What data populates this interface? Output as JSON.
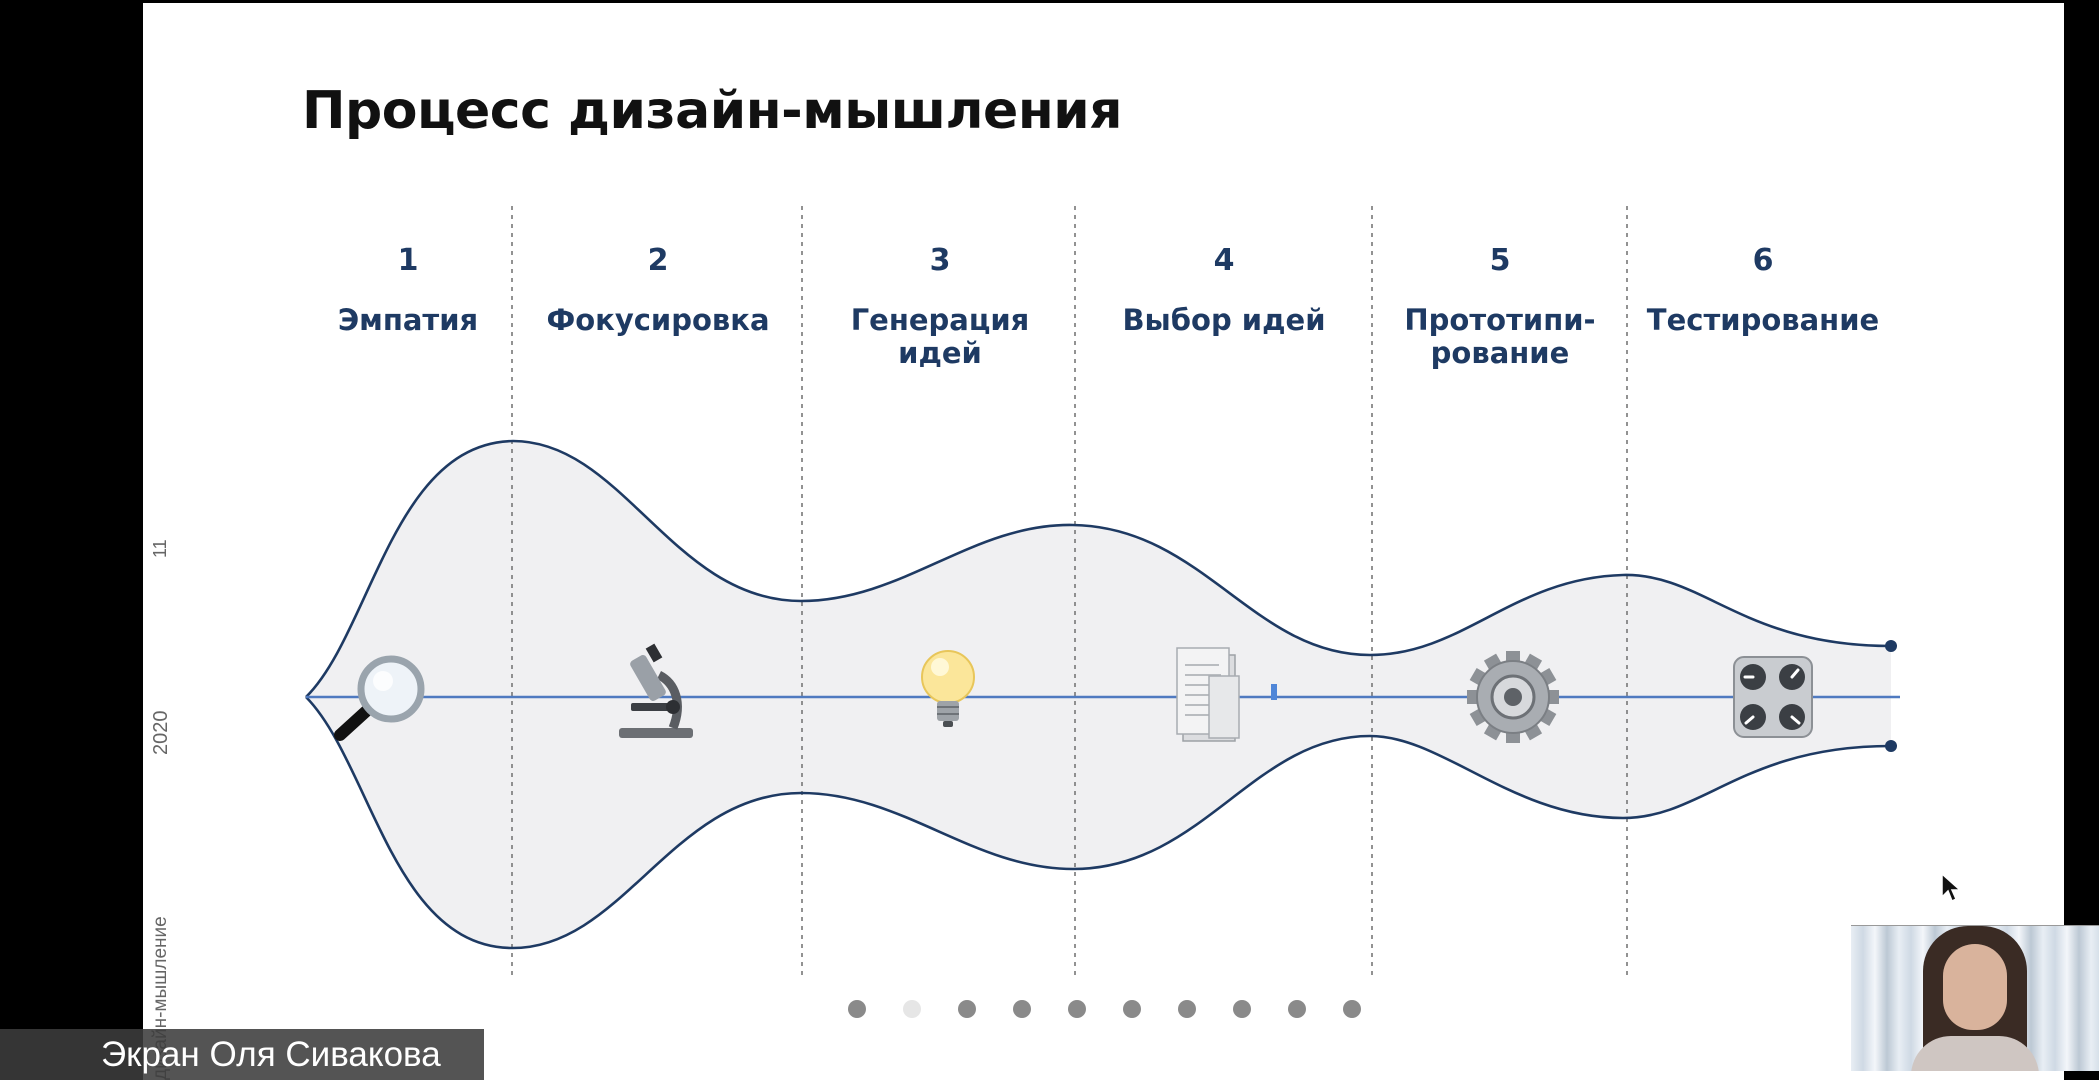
{
  "slide": {
    "title": "Процесс дизайн-мышления",
    "side": {
      "day": "11",
      "year": "2020",
      "topic": "дизайн-мышление"
    },
    "steps": [
      {
        "number": "1",
        "name": "Эмпатия",
        "icon": "magnifying-glass-icon"
      },
      {
        "number": "2",
        "name": "Фокусировка",
        "icon": "microscope-icon"
      },
      {
        "number": "3",
        "name": "Генерация\nидей",
        "icon": "light-bulb-icon"
      },
      {
        "number": "4",
        "name": "Выбор идей",
        "icon": "documents-icon"
      },
      {
        "number": "5",
        "name": "Прототипи-\nрование",
        "icon": "gear-icon"
      },
      {
        "number": "6",
        "name": "Тестирование",
        "icon": "control-knobs-icon"
      }
    ],
    "pagination": {
      "total": 10,
      "active": 2
    },
    "colors": {
      "accent": "#1e3a63",
      "axis": "#4f7ac0",
      "fill": "#f0f0f2"
    }
  },
  "screen_share_caption": "Экран Оля Сивакова"
}
